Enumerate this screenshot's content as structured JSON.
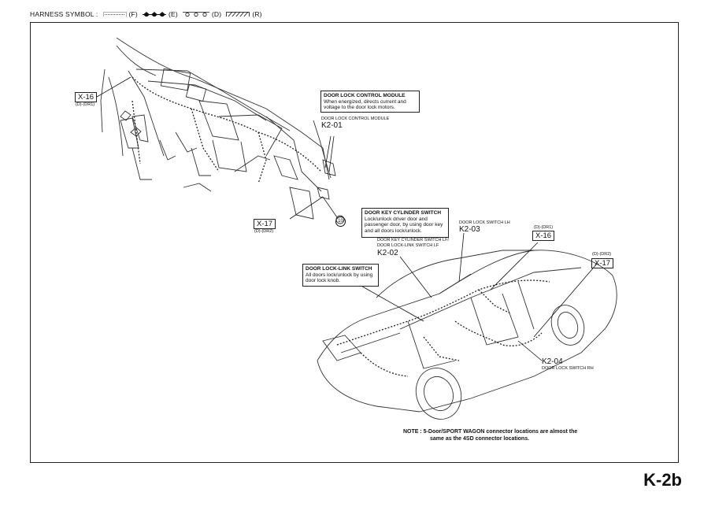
{
  "legend": {
    "label": "HARNESS SYMBOL :",
    "items": [
      {
        "code": "(F)",
        "style": "dotted-band"
      },
      {
        "code": "(E)",
        "style": "diamonds"
      },
      {
        "code": "(D)",
        "style": "circles"
      },
      {
        "code": "(R)",
        "style": "hatched"
      }
    ]
  },
  "callouts": {
    "door_lock_control_module": {
      "title": "DOOR LOCK CONTROL MODULE",
      "desc": "When energized, directs current and voltage to the door lock motors."
    },
    "door_key_cylinder_switch": {
      "title": "DOOR KEY CYLINDER SWITCH",
      "desc": "Lock/unlock driver door and passenger door, by using door key and all doors lock/unlock."
    },
    "door_lock_link_switch": {
      "title": "DOOR LOCK-LINK SWITCH",
      "desc": "All doors lock/unlock by using door lock knob."
    }
  },
  "components": {
    "k201": {
      "name": "DOOR LOCK CONTROL MODULE",
      "code": "K2-01"
    },
    "k203": {
      "name": "DOOR LOCK SWITCH LH",
      "code": "K2-03"
    },
    "k202": {
      "name_line1": "DOOR KEY CYLINDER SWITCH LF/",
      "name_line2": "DOOR LOCK-LINK SWITCH LF",
      "code": "K2-02"
    },
    "k204": {
      "code": "K2-04",
      "name": "DOOR LOCK SWITCH RH"
    }
  },
  "connectors": {
    "x16_dash": {
      "label": "X-16",
      "sub": "(D)-(DR1)"
    },
    "x17_dash": {
      "label": "X-17",
      "sub": "(D)-(DR2)"
    },
    "x16_car": {
      "label": "X-16",
      "sub": "(D)-(DR1)"
    },
    "x17_car": {
      "label": "X-17",
      "sub": "(D)-(DR2)"
    }
  },
  "marker": "10",
  "note": {
    "line1": "NOTE : 5-Door/SPORT WAGON connector locations are almost the",
    "line2": "same as the 4SD connector locations."
  },
  "page_id": "K-2b"
}
